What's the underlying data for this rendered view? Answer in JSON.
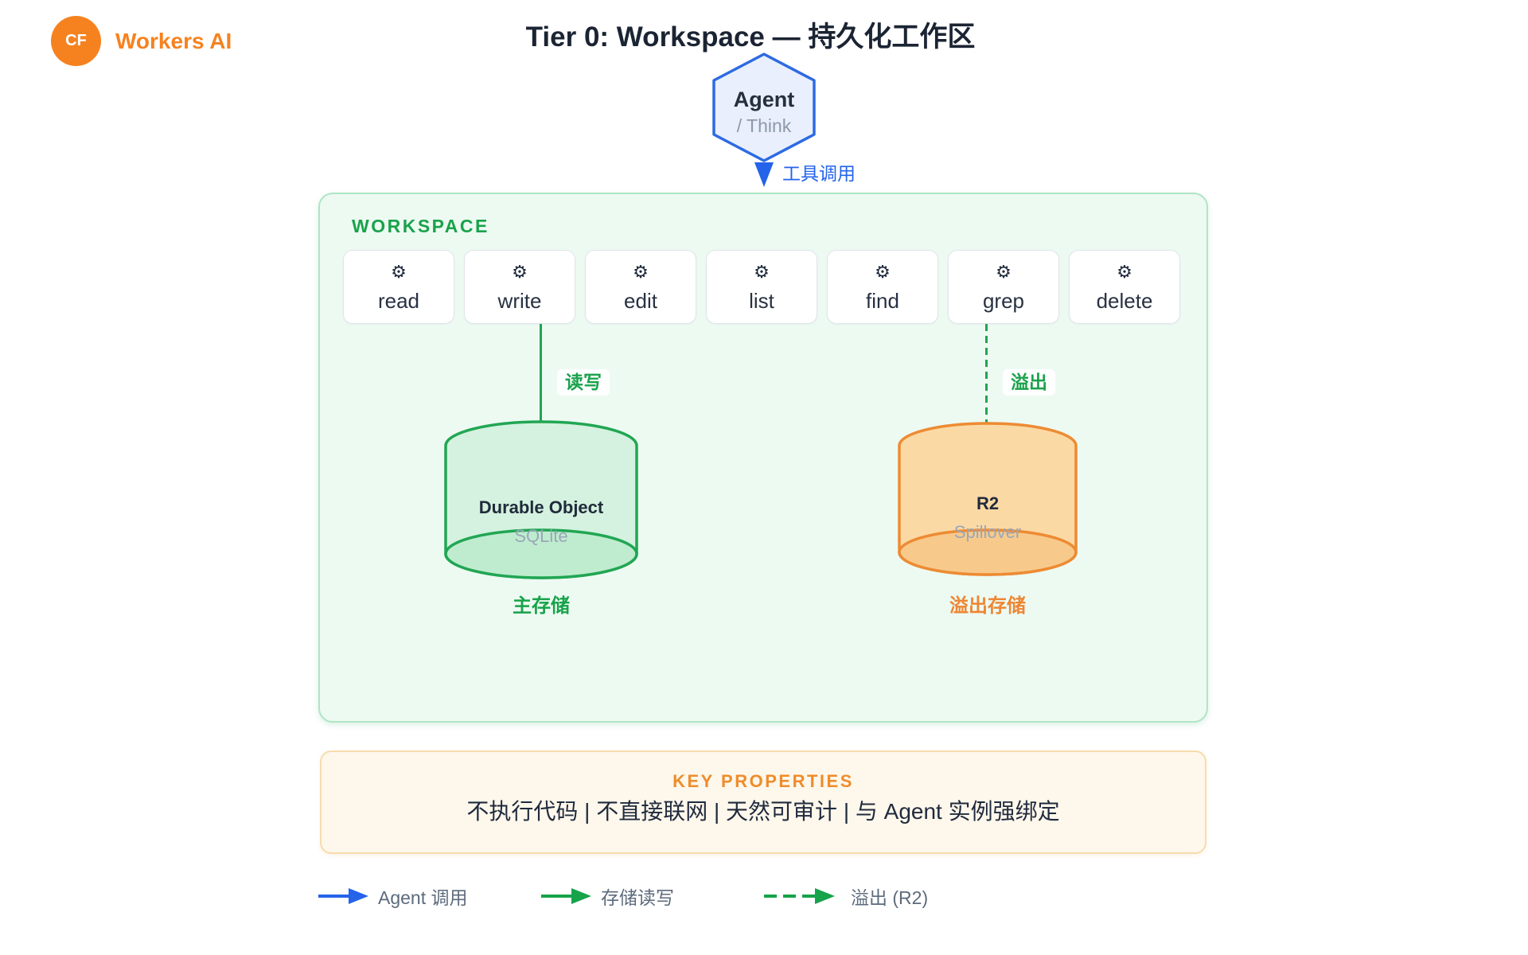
{
  "brand": {
    "logo": "CF",
    "name": "Workers AI"
  },
  "title": "Tier 0: Workspace — 持久化工作区",
  "agent": {
    "name": "Agent",
    "sub": "/ Think",
    "arrow_label": "工具调用"
  },
  "workspace": {
    "label": "WORKSPACE",
    "gear_icon": "⚙",
    "tools": [
      "read",
      "write",
      "edit",
      "list",
      "find",
      "grep",
      "delete"
    ],
    "primary_store": {
      "edge_label": "读写",
      "title": "Durable Object",
      "subtitle": "SQLite",
      "caption": "主存储"
    },
    "spill_store": {
      "edge_label": "溢出",
      "title": "R2",
      "subtitle": "Spillover",
      "caption": "溢出存储"
    }
  },
  "key_properties": {
    "heading": "KEY PROPERTIES",
    "text": "不执行代码 | 不直接联网 | 天然可审计 | 与 Agent 实例强绑定"
  },
  "legend": [
    {
      "label": "Agent 调用"
    },
    {
      "label": "存储读写"
    },
    {
      "label": "溢出 (R2)"
    }
  ],
  "colors": {
    "brand_orange": "#f6821f",
    "blue": "#2563eb",
    "green": "#16a34a",
    "cyl_orange_stroke": "#ed8b33"
  }
}
